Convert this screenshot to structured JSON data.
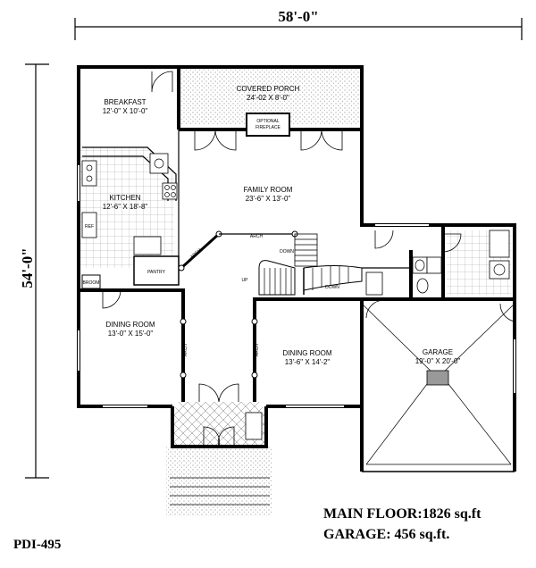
{
  "plan": {
    "overall_width": "58'-0\"",
    "overall_depth": "54'-0\"",
    "code": "PDI-495",
    "main_floor": "MAIN FLOOR:1826 sq.ft",
    "garage_area": "GARAGE: 456 sq.ft."
  },
  "rooms": {
    "breakfast": {
      "name": "BREAKFAST",
      "size": "12'-0\" X 10'-0\""
    },
    "covered_porch": {
      "name": "COVERED PORCH",
      "size": "24'-02 X 8'-0\""
    },
    "kitchen": {
      "name": "KITCHEN",
      "size": "12'-6\" X 18'-8\""
    },
    "family_room": {
      "name": "FAMILY ROOM",
      "size": "23'-6\" X 13'-0\""
    },
    "dining_left": {
      "name": "DINING ROOM",
      "size": "13'-0\" X 15'-0\""
    },
    "dining_center": {
      "name": "DINING ROOM",
      "size": "13'-6\" X 14'-2\""
    },
    "garage": {
      "name": "GARAGE",
      "size": "19'-0\" X 20'-0\""
    }
  },
  "labels": {
    "fireplace_1": "OPTIONAL",
    "fireplace_2": "FIREPLACE",
    "pantry": "PANTRY",
    "broom": "BROOM",
    "arch": "ARCH",
    "up": "UP",
    "down": "DOWN",
    "ref": "REF"
  }
}
